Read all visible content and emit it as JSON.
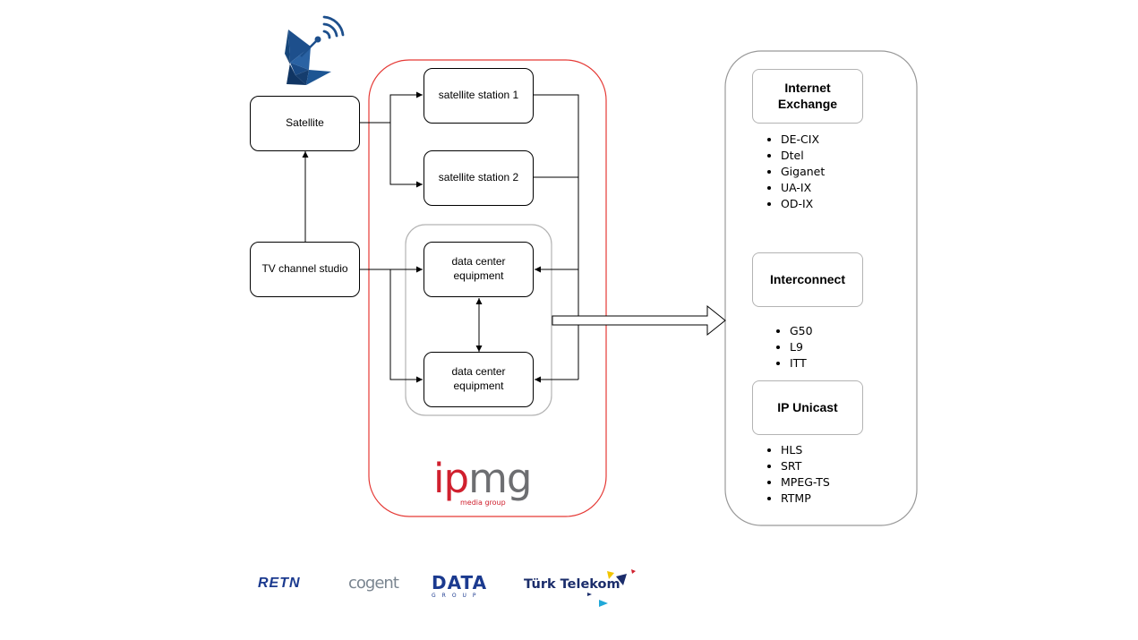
{
  "nodes": {
    "satellite": "Satellite",
    "tv_studio": "TV channel studio",
    "sat_station_1": "satellite station 1",
    "sat_station_2": "satellite station 2",
    "dc_equipment_1": "data center\nequipment",
    "dc_equipment_2": "data center\nequipment"
  },
  "ipmg_logo": {
    "ip": "ip",
    "mg": "mg",
    "subtitle": "media group"
  },
  "services": [
    {
      "title": "Internet\nExchange",
      "items": [
        "DE-CIX",
        "Dtel",
        "Giganet",
        "UA-IX",
        "OD-IX"
      ]
    },
    {
      "title": "Interconnect",
      "items": [
        "G50",
        "L9",
        "ITT"
      ]
    },
    {
      "title": "IP Unicast",
      "items": [
        "HLS",
        "SRT",
        "MPEG-TS",
        "RTMP"
      ]
    }
  ],
  "partners": {
    "retn": "RETN",
    "cogent": "cogent",
    "data_group": "DATA",
    "data_group_sub": "GROUP",
    "turk_telekom": "Türk Telekom"
  },
  "icons": {
    "satellite_dish": "satellite-dish-icon"
  },
  "colors": {
    "ipmg_red": "#d0202e",
    "ipmg_grey": "#6d6e71",
    "frame_red": "#e53935",
    "dish_blue": "#1d4f8c",
    "partner_blue": "#1b3a8f"
  }
}
